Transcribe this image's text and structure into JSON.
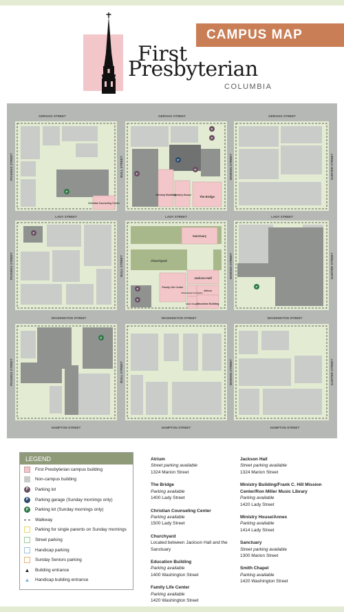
{
  "header": {
    "title": "CAMPUS MAP",
    "logo_line1": "First",
    "logo_line2": "Presbyterian",
    "logo_line3": "COLUMBIA"
  },
  "colors": {
    "banner": "#c97e55",
    "campus_building": "#f3c7c9",
    "non_campus_building": "#c9ccc9",
    "road": "#b5b8b5",
    "block": "#e3ecd3",
    "parking_lot_icon": "#6b4f63",
    "parking_garage_icon": "#2e4d70",
    "sunday_lot_icon": "#2f7a47",
    "courtyard": "#a9b88a",
    "legend_header": "#8f9a79"
  },
  "map": {
    "streets": {
      "gervais_top": "GERVAIS STREET",
      "gervais_mid": "GERVAIS STREET",
      "gervais_right": "GERVAIS STREET",
      "lady_left": "LADY STREET",
      "lady_mid": "LADY STREET",
      "lady_right": "LADY STREET",
      "washington_left": "WASHINGTON STREET",
      "washington_mid": "WASHINGTON STREET",
      "washington_right": "WASHINGTON STREET",
      "hampton_left": "HAMPTON STREET",
      "hampton_mid": "HAMPTON STREET",
      "hampton_right": "HAMPTON STREET",
      "pickens_top": "PICKENS STREET",
      "pickens_mid": "PICKENS STREET",
      "pickens_bottom": "PICKENS STREET",
      "bull_top": "BULL STREET",
      "bull_mid": "BULL STREET",
      "bull_bottom": "BULL STREET",
      "marion_top": "MARION STREET",
      "marion_mid": "MARION STREET",
      "marion_bottom": "MARION STREET",
      "sumter_top": "SUMTER STREET",
      "sumter_mid": "SUMTER STREET",
      "sumter_bottom": "SUMTER STREET"
    },
    "buildings": {
      "christian_counseling": "Christian Counseling Center",
      "ministry_building": "Ministry Building",
      "ministry_house": "Ministry House",
      "the_bridge": "The Bridge",
      "sanctuary": "Sanctuary",
      "churchyard": "Churchyard",
      "jackson_hall": "Jackson Hall",
      "family_life": "Family Life Center",
      "breezeway": "Breezeway Courtyard",
      "atrium": "Atrium",
      "smith_chapel": "Smith Chapel",
      "education": "Education Building"
    },
    "parking_marker": "P"
  },
  "legend": {
    "title": "LEGEND",
    "items": [
      {
        "label": "First Presbyterian campus building",
        "icon": "pink-square"
      },
      {
        "label": "Non-campus building",
        "icon": "gray-square"
      },
      {
        "label": "Parking lot",
        "icon": "parking-lot-icon"
      },
      {
        "label": "Parking garage (Sunday mornings only)",
        "icon": "parking-garage-icon"
      },
      {
        "label": "Parking lot (Sunday mornings only)",
        "icon": "sunday-lot-icon"
      },
      {
        "label": "Walkway",
        "icon": "dashed-line"
      },
      {
        "label": "Parking for single parents on Sunday mornings",
        "icon": "yellow-square"
      },
      {
        "label": "Street parking",
        "icon": "green-square"
      },
      {
        "label": "Handicap parking",
        "icon": "blue-square"
      },
      {
        "label": "Sunday Seniors parking",
        "icon": "orange-square"
      },
      {
        "label": "Building entrance",
        "icon": "triangle-dark-icon"
      },
      {
        "label": "Handicap building entrance",
        "icon": "triangle-blue-icon"
      }
    ]
  },
  "directory": {
    "col1": [
      {
        "name": "Atrium",
        "parking": "Street parking available",
        "address": "1324 Marion Street"
      },
      {
        "name": "The Bridge",
        "parking": "Parking available",
        "address": "1400 Lady Street"
      },
      {
        "name": "Christian Counseling Center",
        "parking": "Parking available",
        "address": "1500 Lady Street"
      },
      {
        "name": "Churchyard",
        "parking": "",
        "address": "Located between Jackson Hall and the Sanctuary"
      },
      {
        "name": "Education Building",
        "parking": "Parking available",
        "address": "1400 Washington Street"
      },
      {
        "name": "Family Life Center",
        "parking": "Parking available",
        "address": "1420 Washington Street"
      }
    ],
    "col2": [
      {
        "name": "Jackson Hall",
        "parking": "Street parking available",
        "address": "1324 Marion Street"
      },
      {
        "name": "Ministry Building/Frank C. Hill Mission Center/Ron Miller Music Library",
        "parking": "Parking available",
        "address": "1420 Lady Street"
      },
      {
        "name": "Ministry House/Annex",
        "parking": "Parking available",
        "address": "1414 Lady Street"
      },
      {
        "name": "Sanctuary",
        "parking": "Street parking available",
        "address": "1300 Marion Street"
      },
      {
        "name": "Smith Chapel",
        "parking": "Parking available",
        "address": "1420 Washington Street"
      }
    ]
  }
}
